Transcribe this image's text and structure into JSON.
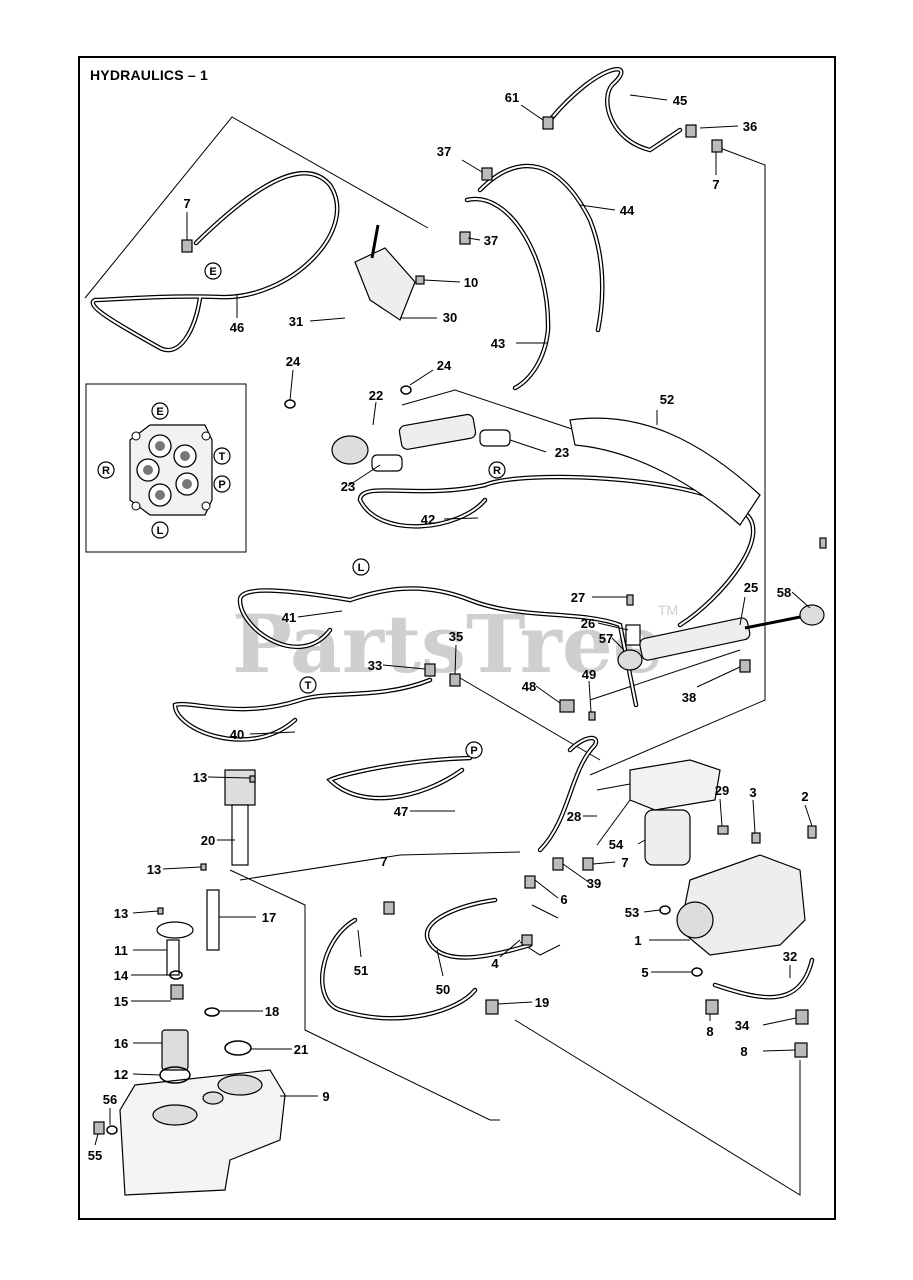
{
  "title": "HYDRAULICS – 1",
  "watermark": "PartsTree",
  "watermark_tm": "TM",
  "port_labels": [
    "E",
    "T",
    "P",
    "L",
    "R"
  ],
  "callouts": [
    "7",
    "46",
    "37",
    "61",
    "45",
    "36",
    "7",
    "44",
    "37",
    "10",
    "30",
    "31",
    "43",
    "24",
    "24",
    "22",
    "23",
    "23",
    "52",
    "42",
    "27",
    "26",
    "57",
    "25",
    "58",
    "41",
    "33",
    "35",
    "48",
    "49",
    "38",
    "40",
    "13",
    "20",
    "47",
    "28",
    "29",
    "3",
    "2",
    "54",
    "7",
    "7",
    "13",
    "17",
    "6",
    "39",
    "53",
    "1",
    "13",
    "11",
    "51",
    "50",
    "4",
    "5",
    "32",
    "14",
    "15",
    "18",
    "19",
    "8",
    "34",
    "16",
    "21",
    "12",
    "8",
    "9",
    "56",
    "55"
  ]
}
